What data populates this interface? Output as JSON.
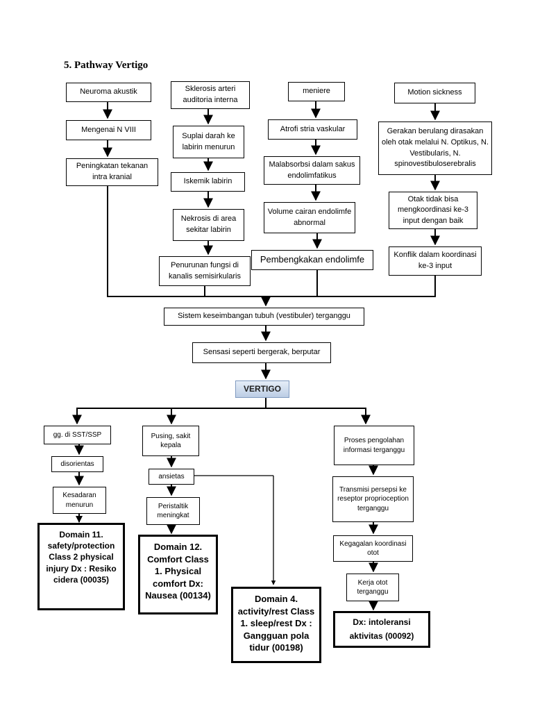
{
  "title": "5.  Pathway Vertigo",
  "col1": [
    "Neuroma akustik",
    "Mengenai N VIII",
    "Peningkatan tekanan intra kranial"
  ],
  "col2": [
    "Sklerosis arteri auditoria interna",
    "Suplai darah ke labirin menurun",
    "Iskemik labirin",
    "Nekrosis di area sekitar labirin",
    "Penurunan fungsi di kanalis semisirkularis"
  ],
  "col3": [
    "meniere",
    "Atrofi stria vaskular",
    "Malabsorbsi dalam sakus endolimfatikus",
    "Volume cairan endolimfe abnormal",
    "Pembengkakan endolimfe"
  ],
  "col4": [
    "Motion sickness",
    "Gerakan berulang dirasakan oleh otak melalui N. Optikus, N. Vestibularis, N. spinovestibuloserebralis",
    "Otak tidak bisa mengkoordinasi ke-3 input dengan baik",
    "Konflik dalam koordinasi ke-3 input"
  ],
  "center": {
    "sistem": "Sistem keseimbangan tubuh  (vestibuler) terganggu",
    "sensasi": "Sensasi seperti bergerak, berputar",
    "vertigo": "VERTIGO"
  },
  "left_branch": [
    "gg. di SST/SSP",
    "disorientas",
    "Kesadaran menurun"
  ],
  "mid_branch": [
    "Pusing, sakit kepala",
    "ansietas",
    "Peristaltik meningkat"
  ],
  "right_branch": [
    "Proses pengolahan informasi terganggu",
    "Transmisi persepsi ke reseptor proprioception terganggu",
    "Kegagalan koordinasi otot",
    "Kerja otot terganggu"
  ],
  "domains": {
    "d11": "Domain 11. safety/protection Class 2 physical injury Dx : Resiko cidera (00035)",
    "d12": "Domain 12. Comfort Class 1. Physical comfort Dx: Nausea (00134)",
    "d4": "Domain 4. activity/rest Class 1. sleep/rest Dx : Gangguan pola tidur (00198)",
    "dx": "Dx: intoleransi aktivitas (00092)"
  }
}
